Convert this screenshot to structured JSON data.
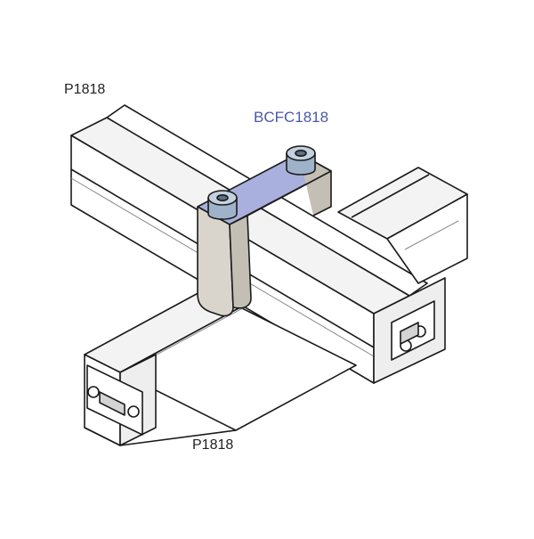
{
  "labels": {
    "top_profile": "P1818",
    "bracket": "BCFC1818",
    "bottom_profile": "P1818"
  },
  "colors": {
    "outline": "#1a1a1a",
    "profile_light": "#ffffff",
    "profile_shade": "#e6e6e6",
    "profile_dark": "#cfcfcf",
    "bracket_top": "#a9b0dd",
    "bracket_body": "#d9d5cc",
    "bracket_side": "#c4bfb4",
    "screw": "#9eb3c9",
    "screw_dark": "#5e6f82",
    "bracket_label": "#4b58a8"
  }
}
